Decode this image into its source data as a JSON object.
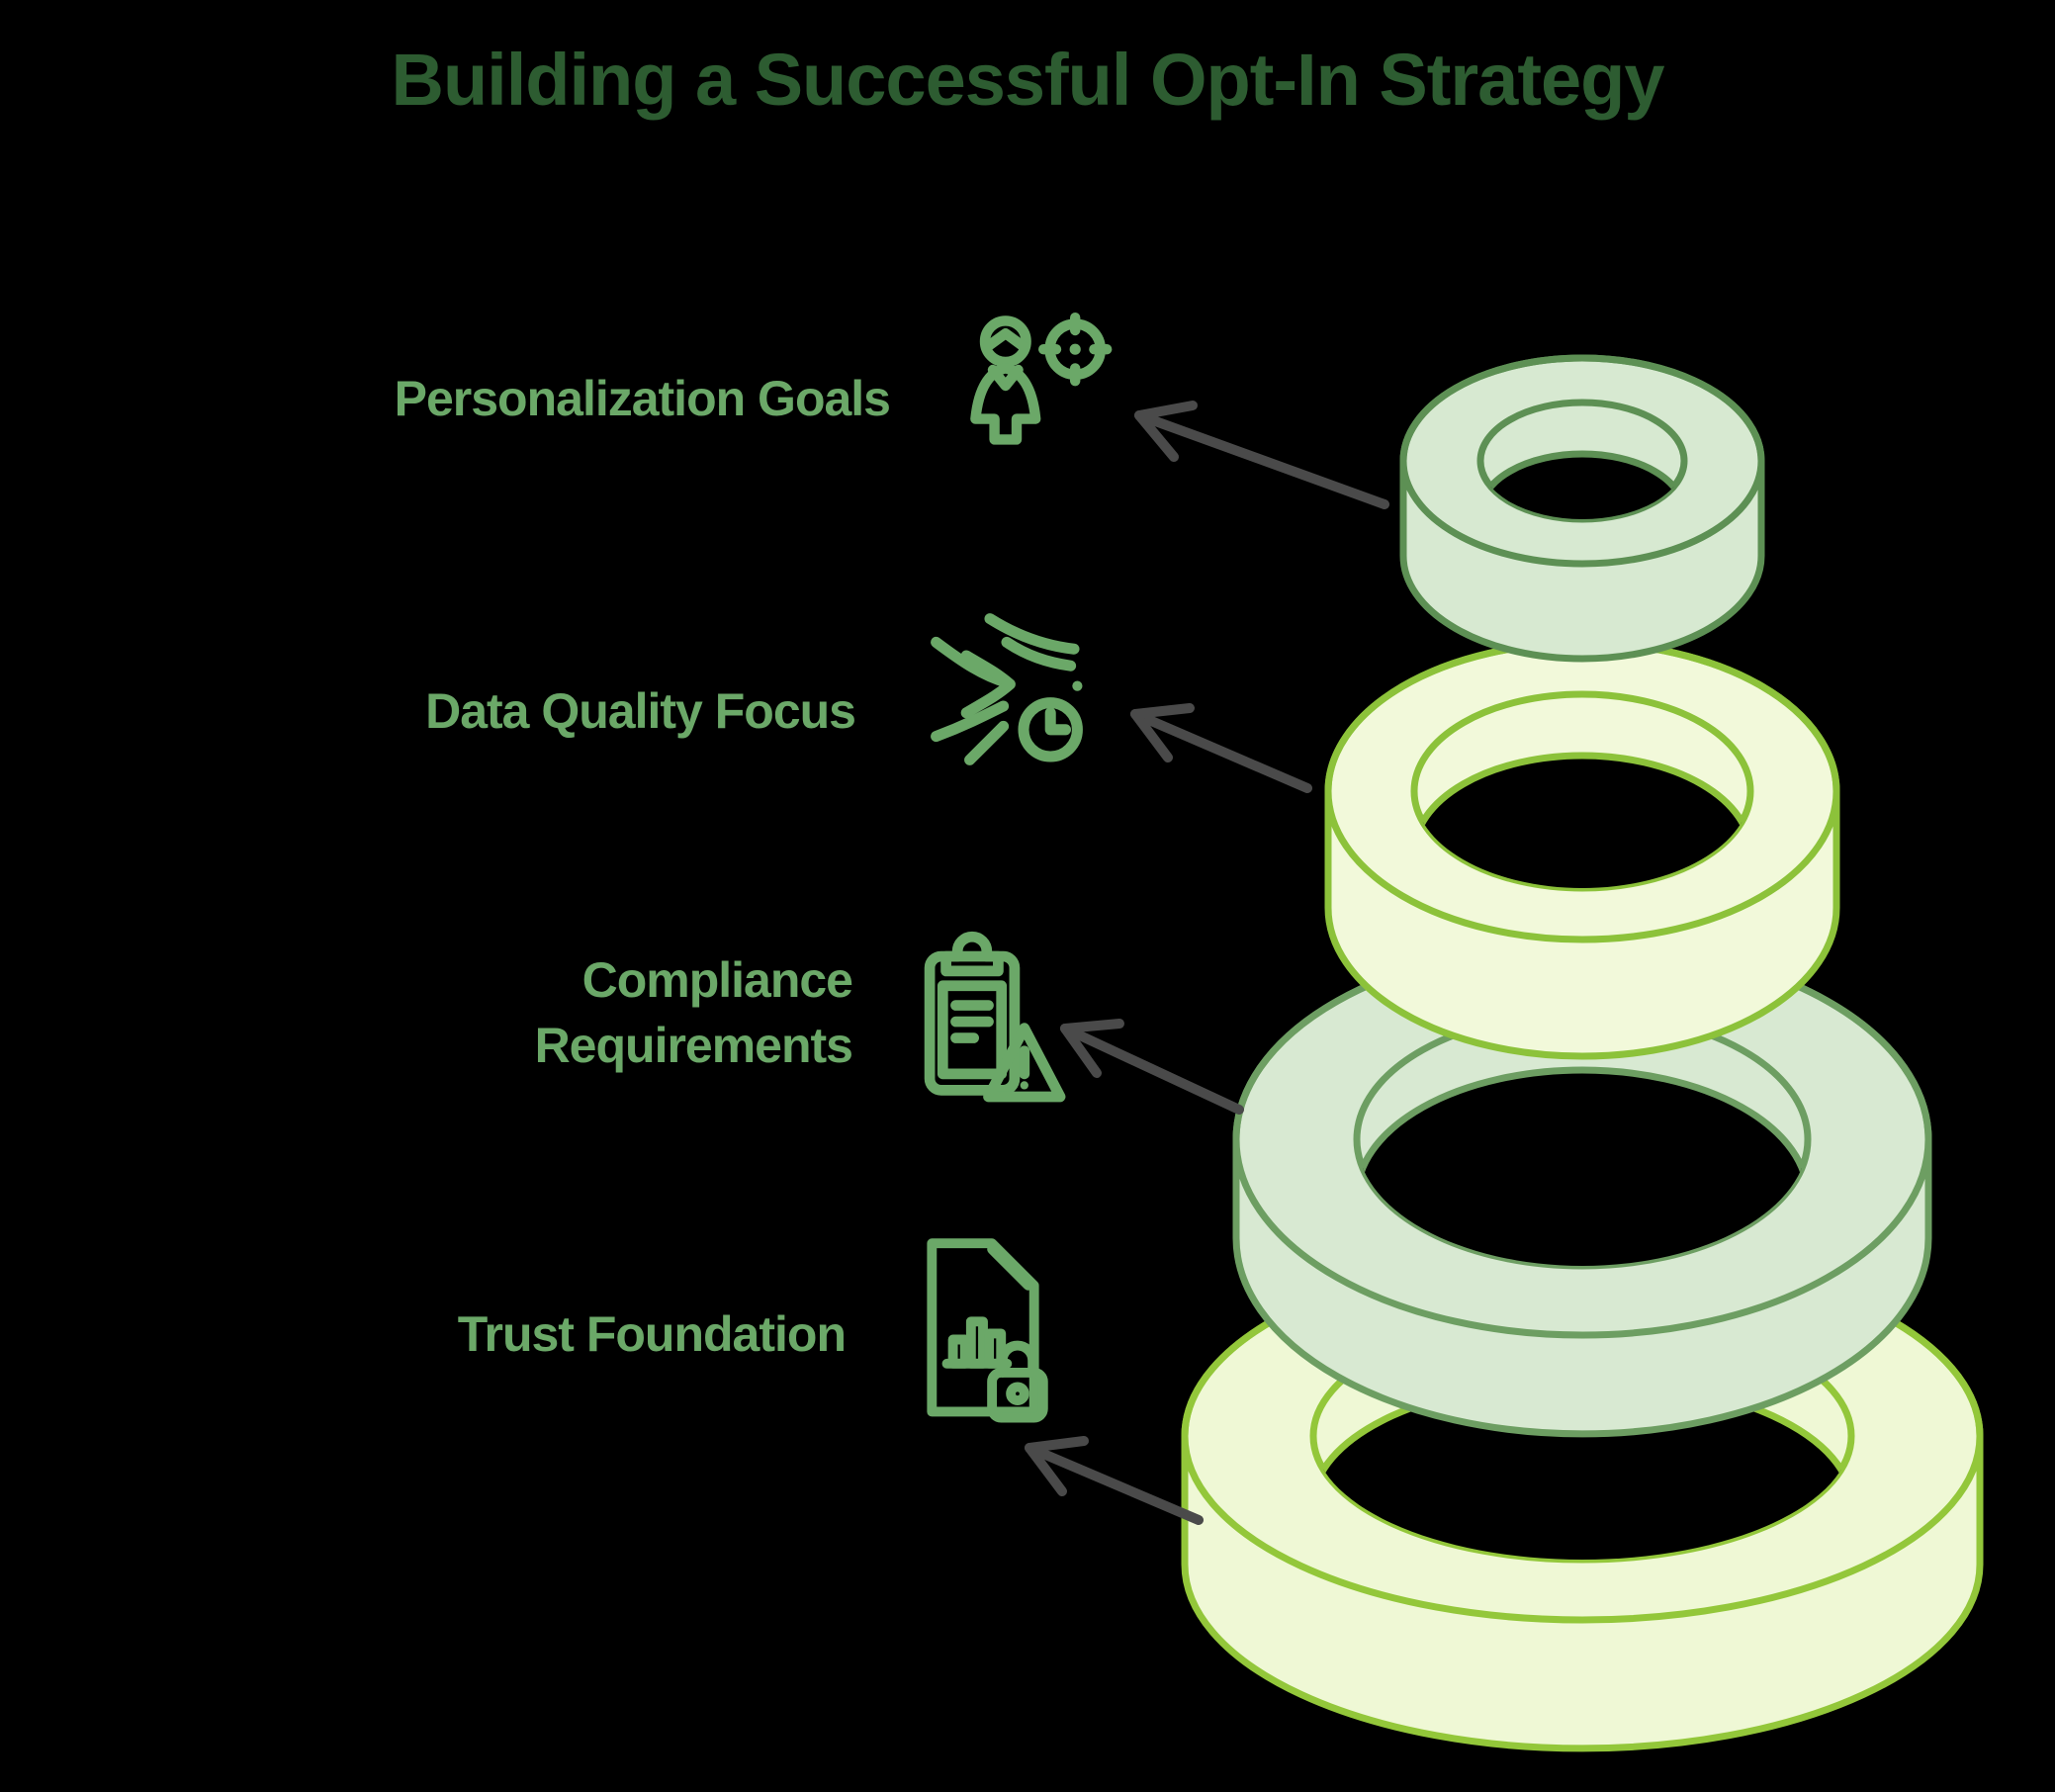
{
  "title": "Building a Successful Opt-In Strategy",
  "colors": {
    "background": "#000000",
    "title": "#2d5c31",
    "label": "#6ba868",
    "icon": "#6ba868",
    "arrow": "#4a4a4a"
  },
  "items": [
    {
      "label": "Personalization Goals",
      "icon": "person-target-icon"
    },
    {
      "label": "Data Quality Focus",
      "icon": "data-flow-clock-icon"
    },
    {
      "label": "Compliance Requirements",
      "lines": [
        "Compliance",
        "Requirements"
      ],
      "icon": "clipboard-warning-icon"
    },
    {
      "label": "Trust Foundation",
      "icon": "document-lock-icon"
    }
  ],
  "rings": [
    {
      "name": "personalization-goals",
      "fill": "#d7e9d1",
      "stroke": "#5d9054"
    },
    {
      "name": "data-quality-focus",
      "fill": "#f2f9da",
      "stroke": "#8cc23a"
    },
    {
      "name": "compliance-requirements",
      "fill": "#d8e9d2",
      "stroke": "#6d9e62"
    },
    {
      "name": "trust-foundation",
      "fill": "#eff8d5",
      "stroke": "#93c73a"
    }
  ]
}
